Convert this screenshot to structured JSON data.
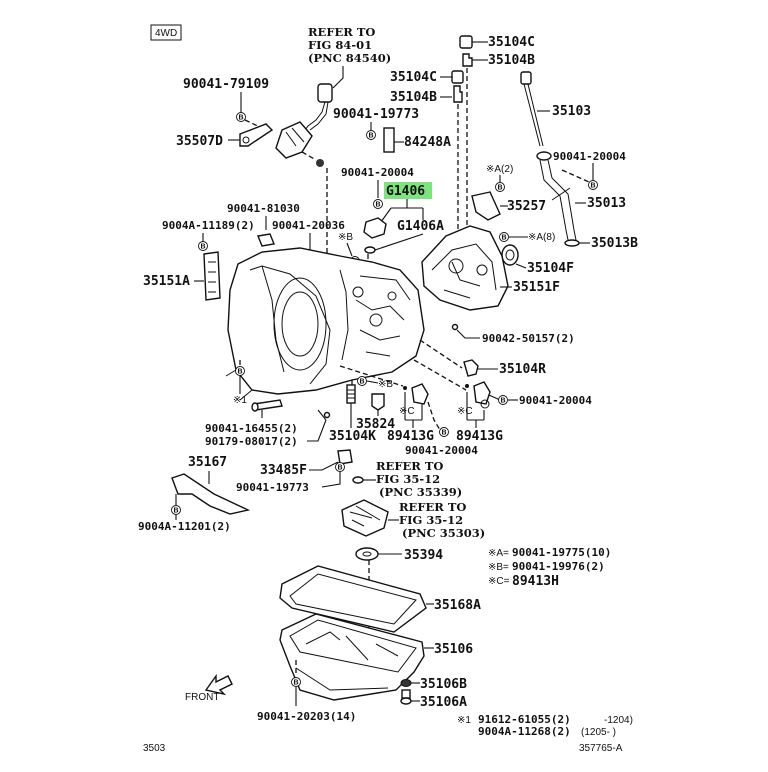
{
  "diagram": {
    "variant_badge": "4WD",
    "figure_code": "3503",
    "drawing_number": "357765-A",
    "front_label": "FRONT",
    "highlighted_part": "G1406",
    "highlight_color": "#7ee27e",
    "references": {
      "fig_84_01": [
        "REFER TO",
        "FIG 84-01",
        "(PNC 84540)"
      ],
      "fig_35_12_a": [
        "REFER TO",
        "FIG 35-12",
        "(PNC 35339)"
      ],
      "fig_35_12_b": [
        "REFER TO",
        "FIG 35-12",
        "(PNC 35303)"
      ]
    },
    "parts": {
      "p_90041_79109": "90041-79109",
      "p_35507D": "35507D",
      "p_90041_19773_top": "90041-19773",
      "p_84248A": "84248A",
      "p_35104C_a": "35104C",
      "p_35104B_a": "35104B",
      "p_35104C_b": "35104C",
      "p_35104B_b": "35104B",
      "p_35103": "35103",
      "p_90041_20004_top": "90041-20004",
      "p_90041_20004_right": "90041-20004",
      "p_G1406": "G1406",
      "p_G1406A": "G1406A",
      "p_90041_81030": "90041-81030",
      "p_9004A_11189": "9004A-11189(2)",
      "p_90041_20036": "90041-20036",
      "p_35257": "35257",
      "p_35013": "35013",
      "p_35013B": "35013B",
      "p_35151A": "35151A",
      "p_35104F": "35104F",
      "p_35151F": "35151F",
      "p_90042_50157": "90042-50157(2)",
      "p_35104R": "35104R",
      "p_90041_20004_r2": "90041-20004",
      "p_90041_16455": "90041-16455(2)",
      "p_90179_08017": "90179-08017(2)",
      "p_35104K": "35104K",
      "p_35824": "35824",
      "p_89413G_a": "89413G",
      "p_89413G_b": "89413G",
      "p_90041_20004_bot": "90041-20004",
      "p_35167": "35167",
      "p_33485F": "33485F",
      "p_90041_19773_bot": "90041-19773",
      "p_9004A_11201": "9004A-11201(2)",
      "p_35394": "35394",
      "p_35168A": "35168A",
      "p_35106": "35106",
      "p_35106B": "35106B",
      "p_35106A": "35106A",
      "p_90041_20203": "90041-20203(14)"
    },
    "markers": {
      "xA2": "※A(2)",
      "xA8": "※A(8)",
      "xB_1": "※B",
      "xB_2": "※B",
      "xC_1": "※C",
      "xC_2": "※C",
      "x1": "※1",
      "bolt": "B"
    },
    "legend": [
      {
        "key": "※A=",
        "value": "90041-19775(10)"
      },
      {
        "key": "※B=",
        "value": "90041-19976(2)"
      },
      {
        "key": "※C=",
        "value": "89413H"
      }
    ],
    "footnote": {
      "marker": "※1",
      "rows": [
        {
          "part": "91612-61055(2)",
          "range": "-1204)"
        },
        {
          "part": "9004A-11268(2)",
          "range": "(1205-     )"
        }
      ]
    }
  }
}
